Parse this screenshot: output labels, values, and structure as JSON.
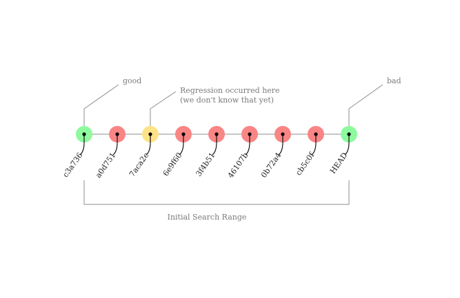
{
  "diagram": {
    "commits": [
      {
        "id": "c3a736",
        "state": "good"
      },
      {
        "id": "a0d751",
        "state": "bad"
      },
      {
        "id": "7aca2e",
        "state": "regression"
      },
      {
        "id": "6e9f60",
        "state": "bad"
      },
      {
        "id": "3f4b51",
        "state": "bad"
      },
      {
        "id": "46107b",
        "state": "bad"
      },
      {
        "id": "0b72a4",
        "state": "bad"
      },
      {
        "id": "cb5c0f",
        "state": "bad"
      },
      {
        "id": "HEAD",
        "state": "good"
      }
    ],
    "annotations": {
      "good": "good",
      "bad": "bad",
      "regression_line1": "Regression occurred here",
      "regression_line2": "(we don't know that yet)"
    },
    "range_label": "Initial Search Range"
  },
  "colors": {
    "good": "#8dfa9e",
    "bad": "#fa8585",
    "regression": "#fde385",
    "line": "#8c8c8c",
    "text": "#7a7a7a"
  }
}
